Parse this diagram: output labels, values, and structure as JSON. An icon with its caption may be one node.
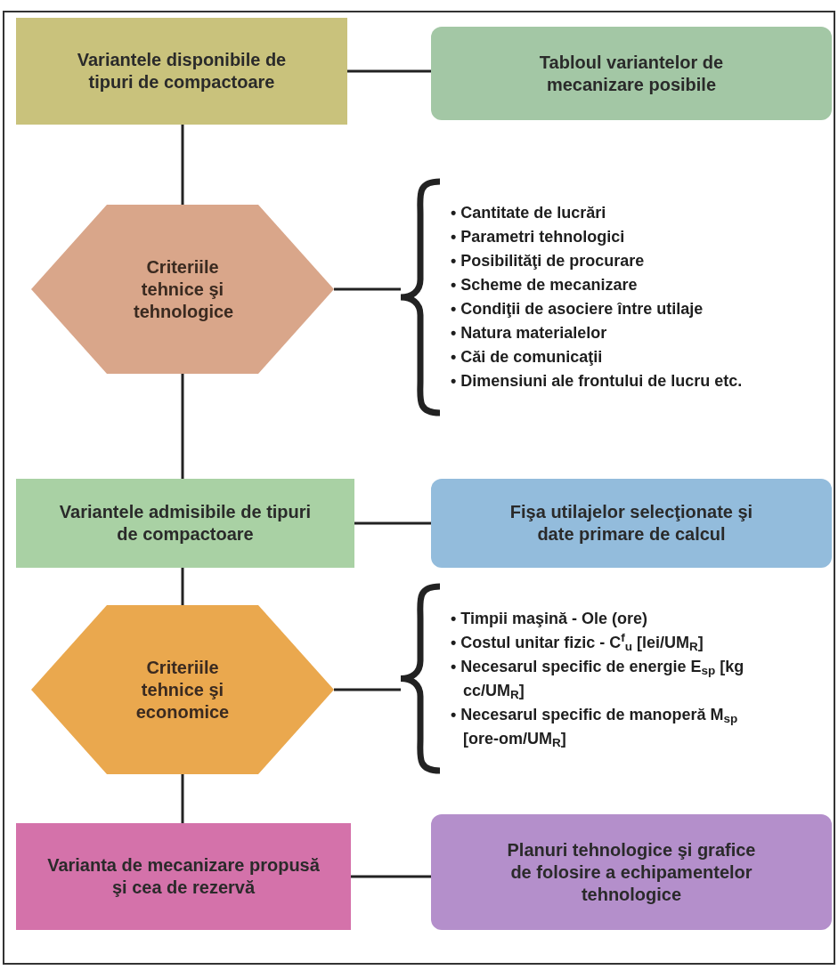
{
  "diagram": {
    "nodes": [
      {
        "text": [
          "Variantele disponibile de tipuri de compactoare"
        ]
      },
      {
        "text": [
          "Tabloul variantelor de mecanizare posibile"
        ]
      },
      {
        "text": [
          "Criteriile tehnice şi tehnologice"
        ]
      },
      {
        "text": [
          "• Cantitate de lucrări",
          "• Parametri tehnologici",
          "• Posibilităţi de procurare",
          "• Scheme de mecanizare",
          "• Condiţii de asociere între utilaje",
          "• Natura materialelor",
          "• Căi de comunicaţii",
          "• Dimensiuni ale frontului de lucru etc."
        ]
      },
      {
        "text": [
          "Variantele admisibile de tipuri de compactoare"
        ]
      },
      {
        "text": [
          "Fişa utilajelor selecţionate şi date primare de calcul"
        ]
      },
      {
        "text": [
          "Criteriile tehnice şi economice"
        ]
      },
      {
        "text": [
          "• Timpii maşină - Ole (ore)",
          "• Costul unitar fizic - C$^{f}$$_{u}$  [lei/UM$_{R}$]",
          "• Necesarul specific de energie E$_{sp}$ [kg cc/UM$_{R}$]",
          "• Necesarul specific de manoperă M$_{sp}$ [ore-om/UM$_{R}$]"
        ]
      },
      {
        "text": [
          "Varianta de mecanizare propusă şi cea de rezervă"
        ]
      },
      {
        "text": [
          "Planuri tehnologice şi grafice de folosire a echipamentelor tehnologice"
        ]
      }
    ],
    "edges": [
      {
        "from": 0,
        "to": 1,
        "arrow": "none"
      },
      {
        "from": 0,
        "to": 2,
        "arrow": "none"
      },
      {
        "from": 2,
        "to": 3,
        "arrow": "none"
      },
      {
        "from": 2,
        "to": 4,
        "arrow": "none"
      },
      {
        "from": 4,
        "to": 5,
        "arrow": "none"
      },
      {
        "from": 4,
        "to": 6,
        "arrow": "none"
      },
      {
        "from": 6,
        "to": 7,
        "arrow": "none"
      },
      {
        "from": 6,
        "to": 8,
        "arrow": "none"
      },
      {
        "from": 8,
        "to": 9,
        "arrow": "none"
      }
    ]
  }
}
